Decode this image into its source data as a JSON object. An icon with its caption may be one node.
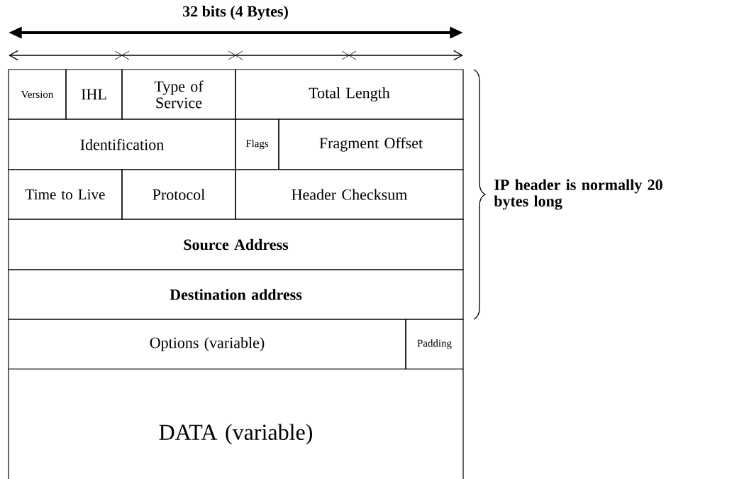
{
  "diagram": {
    "nodes": [
      {
        "text": [
          "Version"
        ]
      },
      {
        "text": [
          "IHL"
        ]
      },
      {
        "text": [
          "Type of Service"
        ]
      },
      {
        "text": [
          "Total Length"
        ]
      },
      {
        "text": [
          "Identification"
        ]
      },
      {
        "text": [
          "Flags"
        ]
      },
      {
        "text": [
          "Fragment Offset"
        ]
      },
      {
        "text": [
          "Time to Live"
        ]
      },
      {
        "text": [
          "Protocol"
        ]
      },
      {
        "text": [
          "Header Checksum"
        ]
      },
      {
        "text": [
          "Source Address"
        ]
      },
      {
        "text": [
          "Destination address"
        ]
      },
      {
        "text": [
          "Options (variable)"
        ]
      },
      {
        "text": [
          "Padding"
        ]
      },
      {
        "text": [
          "DATA (variable)"
        ]
      }
    ],
    "labels": [
      "32 bits (4 Bytes)",
      "IP header is normally 20 bytes long"
    ]
  }
}
